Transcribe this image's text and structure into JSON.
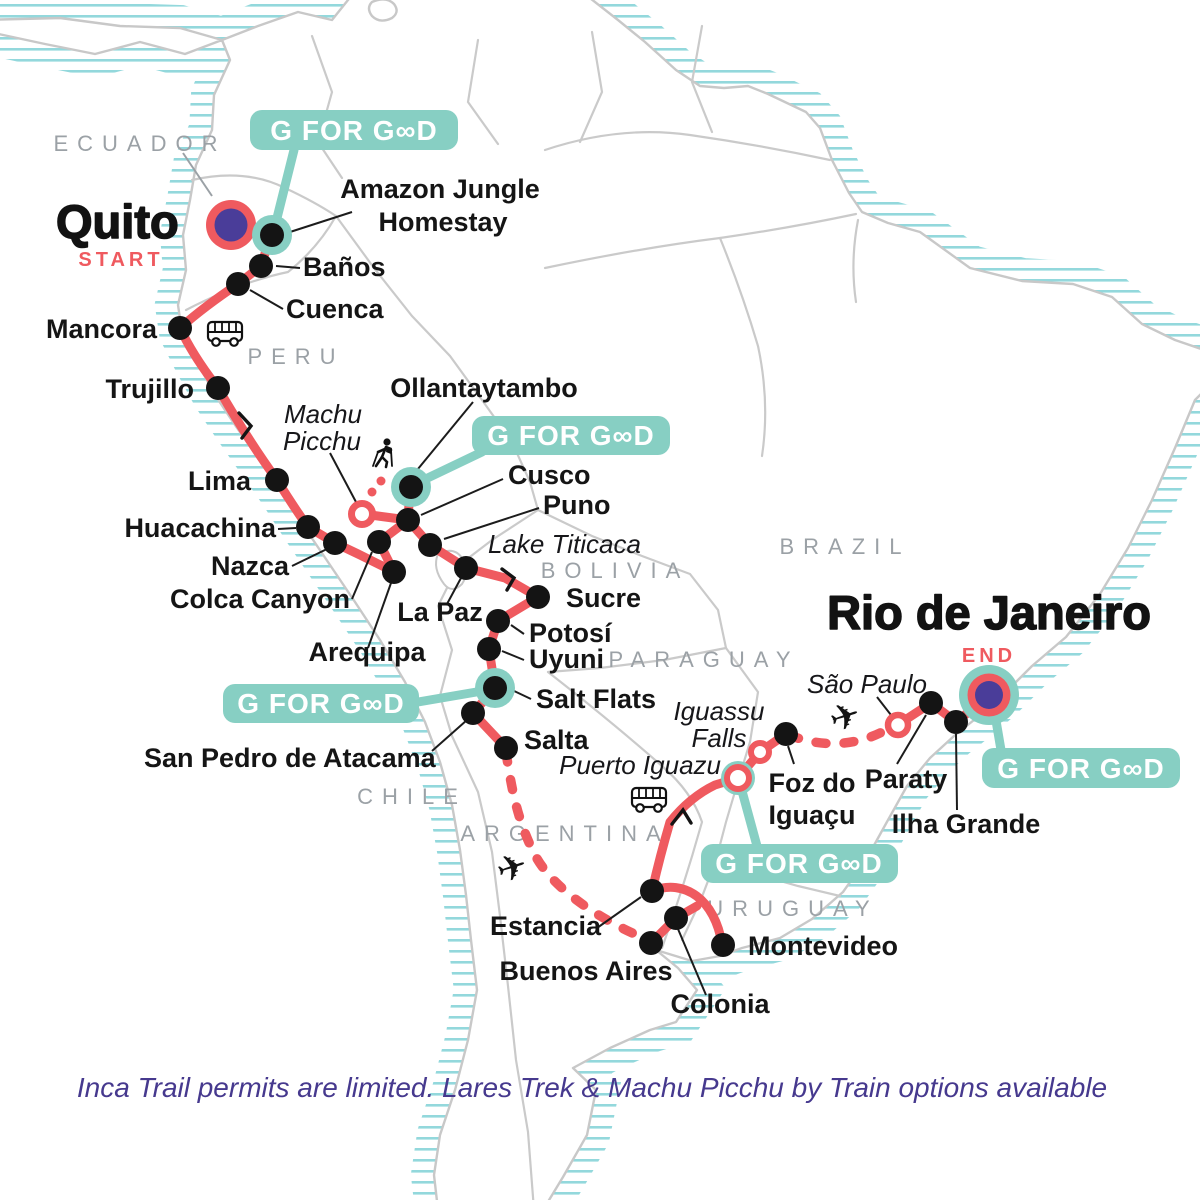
{
  "title": {
    "start_city": "Quito",
    "start_tag": "START",
    "end_city": "Rio de Janeiro",
    "end_tag": "END"
  },
  "badge_label": "G FOR G∞D",
  "countries": {
    "ecuador": "ECUADOR",
    "peru": "PERU",
    "bolivia": "BOLIVIA",
    "brazil": "BRAZIL",
    "paraguay": "PARAGUAY",
    "chile": "CHILE",
    "argentina": "ARGENTINA",
    "uruguay": "URUGUAY"
  },
  "stops": {
    "amazon1": "Amazon Jungle",
    "amazon2": "Homestay",
    "banos": "Baños",
    "cuenca": "Cuenca",
    "mancora": "Mancora",
    "trujillo": "Trujillo",
    "lima": "Lima",
    "huacachina": "Huacachina",
    "nazca": "Nazca",
    "colca": "Colca Canyon",
    "arequipa": "Arequipa",
    "ollantaytambo": "Ollantaytambo",
    "cusco": "Cusco",
    "puno": "Puno",
    "lapaz": "La Paz",
    "sucre": "Sucre",
    "potosi": "Potosí",
    "uyuni": "Uyuni",
    "saltflats": "Salt Flats",
    "sanpedro": "San Pedro de Atacama",
    "salta": "Salta",
    "estancia": "Estancia",
    "buenosaires": "Buenos Aires",
    "colonia": "Colonia",
    "montevideo": "Montevideo",
    "foz1": "Foz do",
    "foz2": "Iguaçu",
    "paraty": "Paraty",
    "ilhagrande": "Ilha Grande"
  },
  "features": {
    "machu1": "Machu",
    "machu2": "Picchu",
    "titicaca": "Lake Titicaca",
    "iguassu1": "Iguassu",
    "iguassu2": "Falls",
    "puertoiguazu": "Puerto Iguazu",
    "saopaulo": "São Paulo"
  },
  "icons": {
    "plane_glyph": "✈",
    "bus": "minibus-icon",
    "hiker": "trekking-person-icon"
  },
  "note": "Inca Trail permits are limited. Lares Trek & Machu Picchu by Train options available",
  "colors": {
    "route": "#EF5A5F",
    "accent_teal": "#87CFC3",
    "marker_purple": "#4A3D99",
    "coast_hatch": "#93D8DC",
    "country_label": "#9BA1A6",
    "note_text": "#46398E"
  }
}
